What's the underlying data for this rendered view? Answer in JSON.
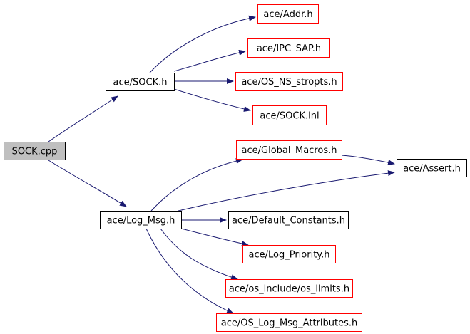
{
  "colors": {
    "edge": "#191970",
    "node_border": "#000000",
    "undocumented_border": "#ff0000",
    "root_fill": "#bfbfbf",
    "node_fill": "#ffffff"
  },
  "nodes": [
    {
      "id": "sock_cpp",
      "label": "SOCK.cpp",
      "style": "root"
    },
    {
      "id": "sock_h",
      "label": "ace/SOCK.h",
      "style": "normal"
    },
    {
      "id": "addr_h",
      "label": "ace/Addr.h",
      "style": "red"
    },
    {
      "id": "ipc_sap_h",
      "label": "ace/IPC_SAP.h",
      "style": "red"
    },
    {
      "id": "os_ns_stropts_h",
      "label": "ace/OS_NS_stropts.h",
      "style": "red"
    },
    {
      "id": "sock_inl",
      "label": "ace/SOCK.inl",
      "style": "red"
    },
    {
      "id": "global_macros_h",
      "label": "ace/Global_Macros.h",
      "style": "red"
    },
    {
      "id": "assert_h",
      "label": "ace/Assert.h",
      "style": "normal"
    },
    {
      "id": "log_msg_h",
      "label": "ace/Log_Msg.h",
      "style": "normal"
    },
    {
      "id": "default_constants_h",
      "label": "ace/Default_Constants.h",
      "style": "normal"
    },
    {
      "id": "log_priority_h",
      "label": "ace/Log_Priority.h",
      "style": "red"
    },
    {
      "id": "os_limits_h",
      "label": "ace/os_include/os_limits.h",
      "style": "red"
    },
    {
      "id": "os_log_msg_attributes_h",
      "label": "ace/OS_Log_Msg_Attributes.h",
      "style": "red"
    }
  ],
  "edges": [
    {
      "from": "sock_cpp",
      "to": "sock_h"
    },
    {
      "from": "sock_cpp",
      "to": "log_msg_h"
    },
    {
      "from": "sock_h",
      "to": "addr_h"
    },
    {
      "from": "sock_h",
      "to": "ipc_sap_h"
    },
    {
      "from": "sock_h",
      "to": "os_ns_stropts_h"
    },
    {
      "from": "sock_h",
      "to": "sock_inl"
    },
    {
      "from": "global_macros_h",
      "to": "assert_h"
    },
    {
      "from": "log_msg_h",
      "to": "global_macros_h"
    },
    {
      "from": "log_msg_h",
      "to": "assert_h"
    },
    {
      "from": "log_msg_h",
      "to": "default_constants_h"
    },
    {
      "from": "log_msg_h",
      "to": "log_priority_h"
    },
    {
      "from": "log_msg_h",
      "to": "os_limits_h"
    },
    {
      "from": "log_msg_h",
      "to": "os_log_msg_attributes_h"
    }
  ]
}
